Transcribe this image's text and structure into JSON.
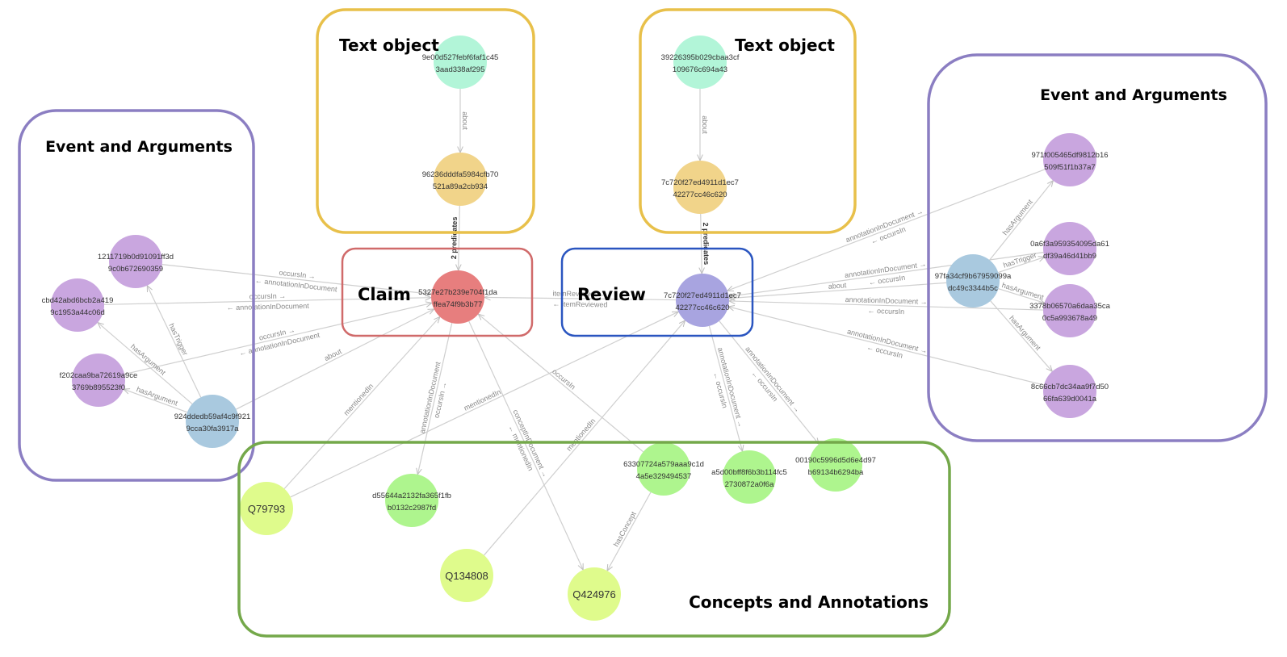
{
  "title": "Knowledge graph: Claim, Review, Text objects, Events and Concepts",
  "colors": {
    "text_object_border": "#e8c04a",
    "claim_border": "#d06a6a",
    "review_border": "#2a55c0",
    "event_border": "#8b7ec2",
    "concept_border": "#74a84a",
    "edge": "#cfcfcf",
    "node_text_obj": "#b2f5d8",
    "node_document": "#f1d48a",
    "node_claim": "#e77e7e",
    "node_review": "#a8a4e0",
    "node_event": "#a9c9df",
    "node_argument": "#c9a6df",
    "node_annotation": "#aef58e",
    "node_concept": "#dffb8c"
  },
  "groups": [
    {
      "id": "g-text1",
      "title": "Text object",
      "kind": "text_object"
    },
    {
      "id": "g-text2",
      "title": "Text object",
      "kind": "text_object"
    },
    {
      "id": "g-event-left",
      "title": "Event and Arguments",
      "kind": "event"
    },
    {
      "id": "g-event-right",
      "title": "Event and Arguments",
      "kind": "event"
    },
    {
      "id": "g-claim",
      "title": "Claim",
      "kind": "claim"
    },
    {
      "id": "g-review",
      "title": "Review",
      "kind": "review"
    },
    {
      "id": "g-concepts",
      "title": "Concepts and Annotations",
      "kind": "concept"
    }
  ],
  "nodes": [
    {
      "id": "t1",
      "lines": [
        "9e00d527febf6faf1c45",
        "3aad338af295"
      ],
      "kind": "node_text_obj"
    },
    {
      "id": "d1",
      "lines": [
        "96236dddfa5984cfb70",
        "521a89a2cb934"
      ],
      "kind": "node_document"
    },
    {
      "id": "t2",
      "lines": [
        "39226395b029cbaa3cf",
        "109676c694a43"
      ],
      "kind": "node_text_obj"
    },
    {
      "id": "d2",
      "lines": [
        "7c720f27ed4911d1ec7",
        "42277cc46c620"
      ],
      "kind": "node_document"
    },
    {
      "id": "claim",
      "lines": [
        "5327e27b239e704f1da",
        "ffea74f9b3b77"
      ],
      "kind": "node_claim"
    },
    {
      "id": "review",
      "lines": [
        "7c720f27ed4911d1ec7",
        "42277cc46c620"
      ],
      "kind": "node_review"
    },
    {
      "id": "la1",
      "lines": [
        "1211719b0d91091ff3d",
        "9c0b672690359"
      ],
      "kind": "node_argument"
    },
    {
      "id": "la2",
      "lines": [
        "cbd42abd6bcb2a419",
        "9c1953a44c06d"
      ],
      "kind": "node_argument"
    },
    {
      "id": "la3",
      "lines": [
        "f202caa9ba72619a9ce",
        "3769b895523f0"
      ],
      "kind": "node_argument"
    },
    {
      "id": "le",
      "lines": [
        "924ddedb59af4c9f921",
        "9cca30fa3917a"
      ],
      "kind": "node_event"
    },
    {
      "id": "re",
      "lines": [
        "97fa34cf9b67959099a",
        "dc49c3344b5c"
      ],
      "kind": "node_event"
    },
    {
      "id": "ra1",
      "lines": [
        "971f005465df9812b16",
        "509f51f1b37a7"
      ],
      "kind": "node_argument"
    },
    {
      "id": "ra2",
      "lines": [
        "0a6f3a959354095da61",
        "df39a46d41bb9"
      ],
      "kind": "node_argument"
    },
    {
      "id": "ra3",
      "lines": [
        "3378b06570a6daa35ca",
        "0c5a993678a49"
      ],
      "kind": "node_argument"
    },
    {
      "id": "ra4",
      "lines": [
        "8c66cb7dc34aa9f7d50",
        "66fa639d0041a"
      ],
      "kind": "node_argument"
    },
    {
      "id": "q1",
      "lines": [
        "Q79793"
      ],
      "kind": "node_concept"
    },
    {
      "id": "a1",
      "lines": [
        "d55644a2132fa365f1fb",
        "b0132c2987fd"
      ],
      "kind": "node_annotation"
    },
    {
      "id": "q2",
      "lines": [
        "Q134808"
      ],
      "kind": "node_concept"
    },
    {
      "id": "a2",
      "lines": [
        "63307724a579aaa9c1d",
        "4a5e329494537"
      ],
      "kind": "node_annotation"
    },
    {
      "id": "q3",
      "lines": [
        "Q424976"
      ],
      "kind": "node_concept"
    },
    {
      "id": "a3",
      "lines": [
        "a5d00bff8f6b3b114fc5",
        "2730872a0f6a"
      ],
      "kind": "node_annotation"
    },
    {
      "id": "a4",
      "lines": [
        "00190c5996d5d6e4d97",
        "b69134b6294ba"
      ],
      "kind": "node_annotation"
    }
  ],
  "edges": [
    {
      "from": "t1",
      "to": "d1",
      "label": "about"
    },
    {
      "from": "t2",
      "to": "d2",
      "label": "about"
    },
    {
      "from": "d1",
      "to": "claim",
      "label": "2 predicates",
      "bold": true
    },
    {
      "from": "d2",
      "to": "review",
      "label": "2 predicates",
      "bold": true
    },
    {
      "from": "la1",
      "to": "claim",
      "label": "occursIn →",
      "label2": "← annotationInDocument"
    },
    {
      "from": "la2",
      "to": "claim",
      "label": "occursIn →",
      "label2": "← annotationInDocument"
    },
    {
      "from": "la3",
      "to": "claim",
      "label": "occursIn →",
      "label2": "← annotationInDocument"
    },
    {
      "from": "le",
      "to": "claim",
      "label": "about"
    },
    {
      "from": "le",
      "to": "la1",
      "label": "hasTrigger"
    },
    {
      "from": "le",
      "to": "la2",
      "label": "hasArgument"
    },
    {
      "from": "le",
      "to": "la3",
      "label": "hasArgument"
    },
    {
      "from": "review",
      "to": "claim",
      "label": "itemReviewed →",
      "label2": "← itemReviewed"
    },
    {
      "from": "ra1",
      "to": "review",
      "label": "annotationInDocument →",
      "label2": "← occursIn"
    },
    {
      "from": "ra2",
      "to": "review",
      "label": "annotationInDocument →",
      "label2": "← occursIn"
    },
    {
      "from": "re",
      "to": "review",
      "label": "about"
    },
    {
      "from": "ra3",
      "to": "review",
      "label": "annotationInDocument →",
      "label2": "← occursIn"
    },
    {
      "from": "ra4",
      "to": "review",
      "label": "annotationInDocument →",
      "label2": "← occursIn"
    },
    {
      "from": "re",
      "to": "ra1",
      "label": "hasArgument"
    },
    {
      "from": "re",
      "to": "ra2",
      "label": "hasTrigger"
    },
    {
      "from": "re",
      "to": "ra3",
      "label": "hasArgument"
    },
    {
      "from": "re",
      "to": "ra4",
      "label": "hasArgument"
    },
    {
      "from": "q1",
      "to": "claim",
      "label": "mentionedIn"
    },
    {
      "from": "q1",
      "to": "review",
      "label": "mentionedIn"
    },
    {
      "from": "claim",
      "to": "a1",
      "label": "annotationInDocument",
      "label2": "occursIn →"
    },
    {
      "from": "claim",
      "to": "q3",
      "label": "conceptInDocument →",
      "label2": "← mentionedIn"
    },
    {
      "from": "a2",
      "to": "claim",
      "label": "occursIn"
    },
    {
      "from": "q2",
      "to": "review",
      "label": "mentionedIn"
    },
    {
      "from": "a2",
      "to": "q3",
      "label": "hasConcept"
    },
    {
      "from": "review",
      "to": "a3",
      "label": "annotationInDocument →",
      "label2": "← occursIn"
    },
    {
      "from": "review",
      "to": "a4",
      "label": "annotationInDocument →",
      "label2": "← occursIn"
    }
  ]
}
